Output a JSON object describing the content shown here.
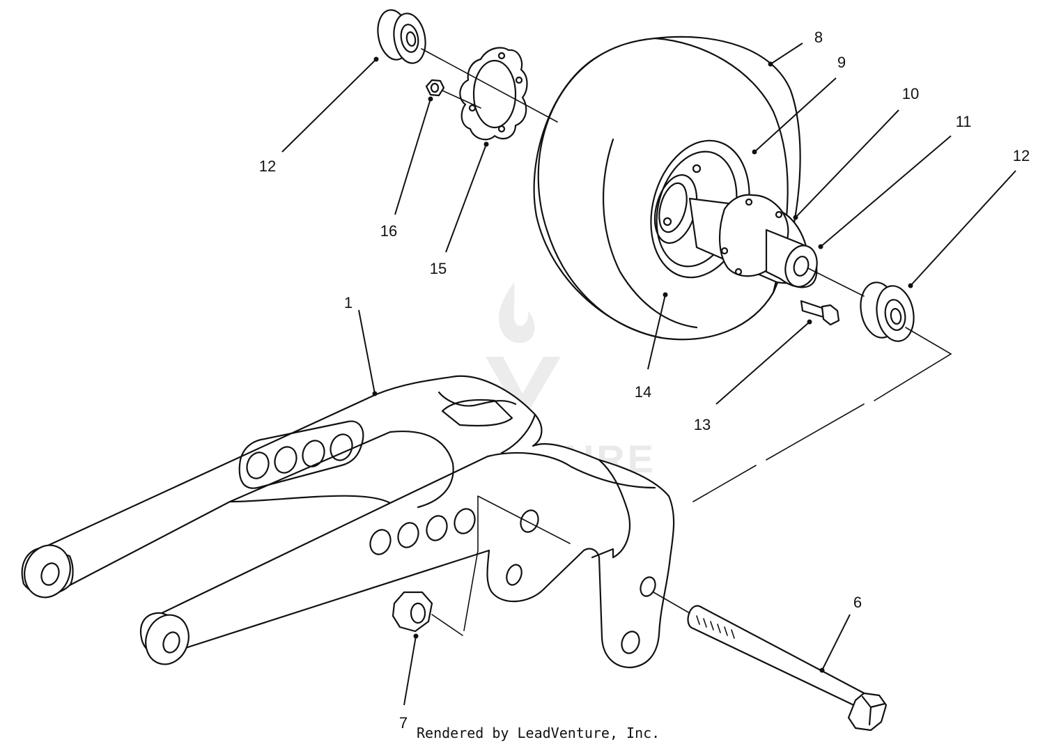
{
  "watermark": "LEADVENTURE",
  "footer": "Rendered by LeadVenture, Inc.",
  "callouts": [
    {
      "id": "c1",
      "label": "1"
    },
    {
      "id": "c6",
      "label": "6"
    },
    {
      "id": "c7",
      "label": "7"
    },
    {
      "id": "c8",
      "label": "8"
    },
    {
      "id": "c9",
      "label": "9"
    },
    {
      "id": "c10",
      "label": "10"
    },
    {
      "id": "c11",
      "label": "11"
    },
    {
      "id": "c12a",
      "label": "12"
    },
    {
      "id": "c12b",
      "label": "12"
    },
    {
      "id": "c13",
      "label": "13"
    },
    {
      "id": "c14",
      "label": "14"
    },
    {
      "id": "c15",
      "label": "15"
    },
    {
      "id": "c16",
      "label": "16"
    }
  ]
}
